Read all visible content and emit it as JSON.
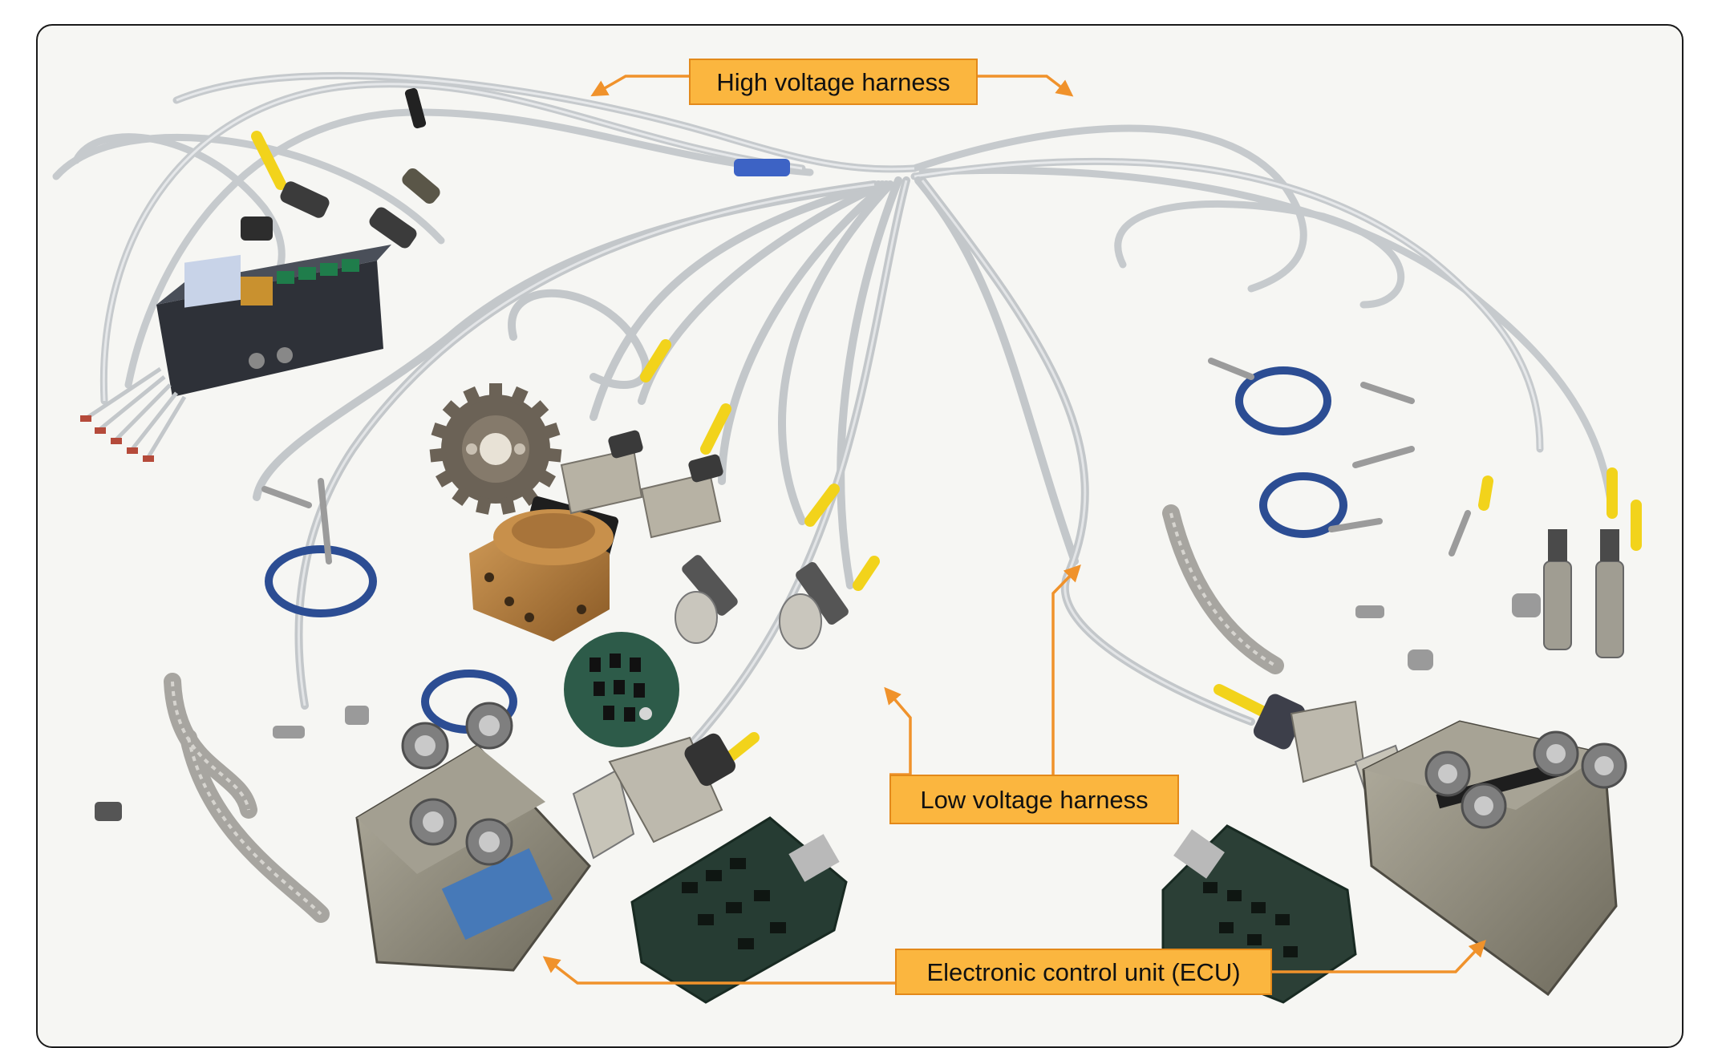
{
  "labels": {
    "high_voltage": "High voltage harness",
    "low_voltage": "Low voltage harness",
    "ecu": "Electronic control unit (ECU)"
  },
  "colors": {
    "callout_fill": "#fbb63f",
    "callout_border": "#e3891a",
    "arrow": "#f0922b",
    "background": "#f6f6f3",
    "frame_border": "#1a1a1a",
    "wire": "#c9cdd0",
    "sleeve_yellow": "#f2d31b",
    "clamp_blue": "#2c4d93",
    "housing_grey": "#8b8778",
    "circuit_green": "#2c4a3c",
    "bronze": "#b07a3a"
  }
}
